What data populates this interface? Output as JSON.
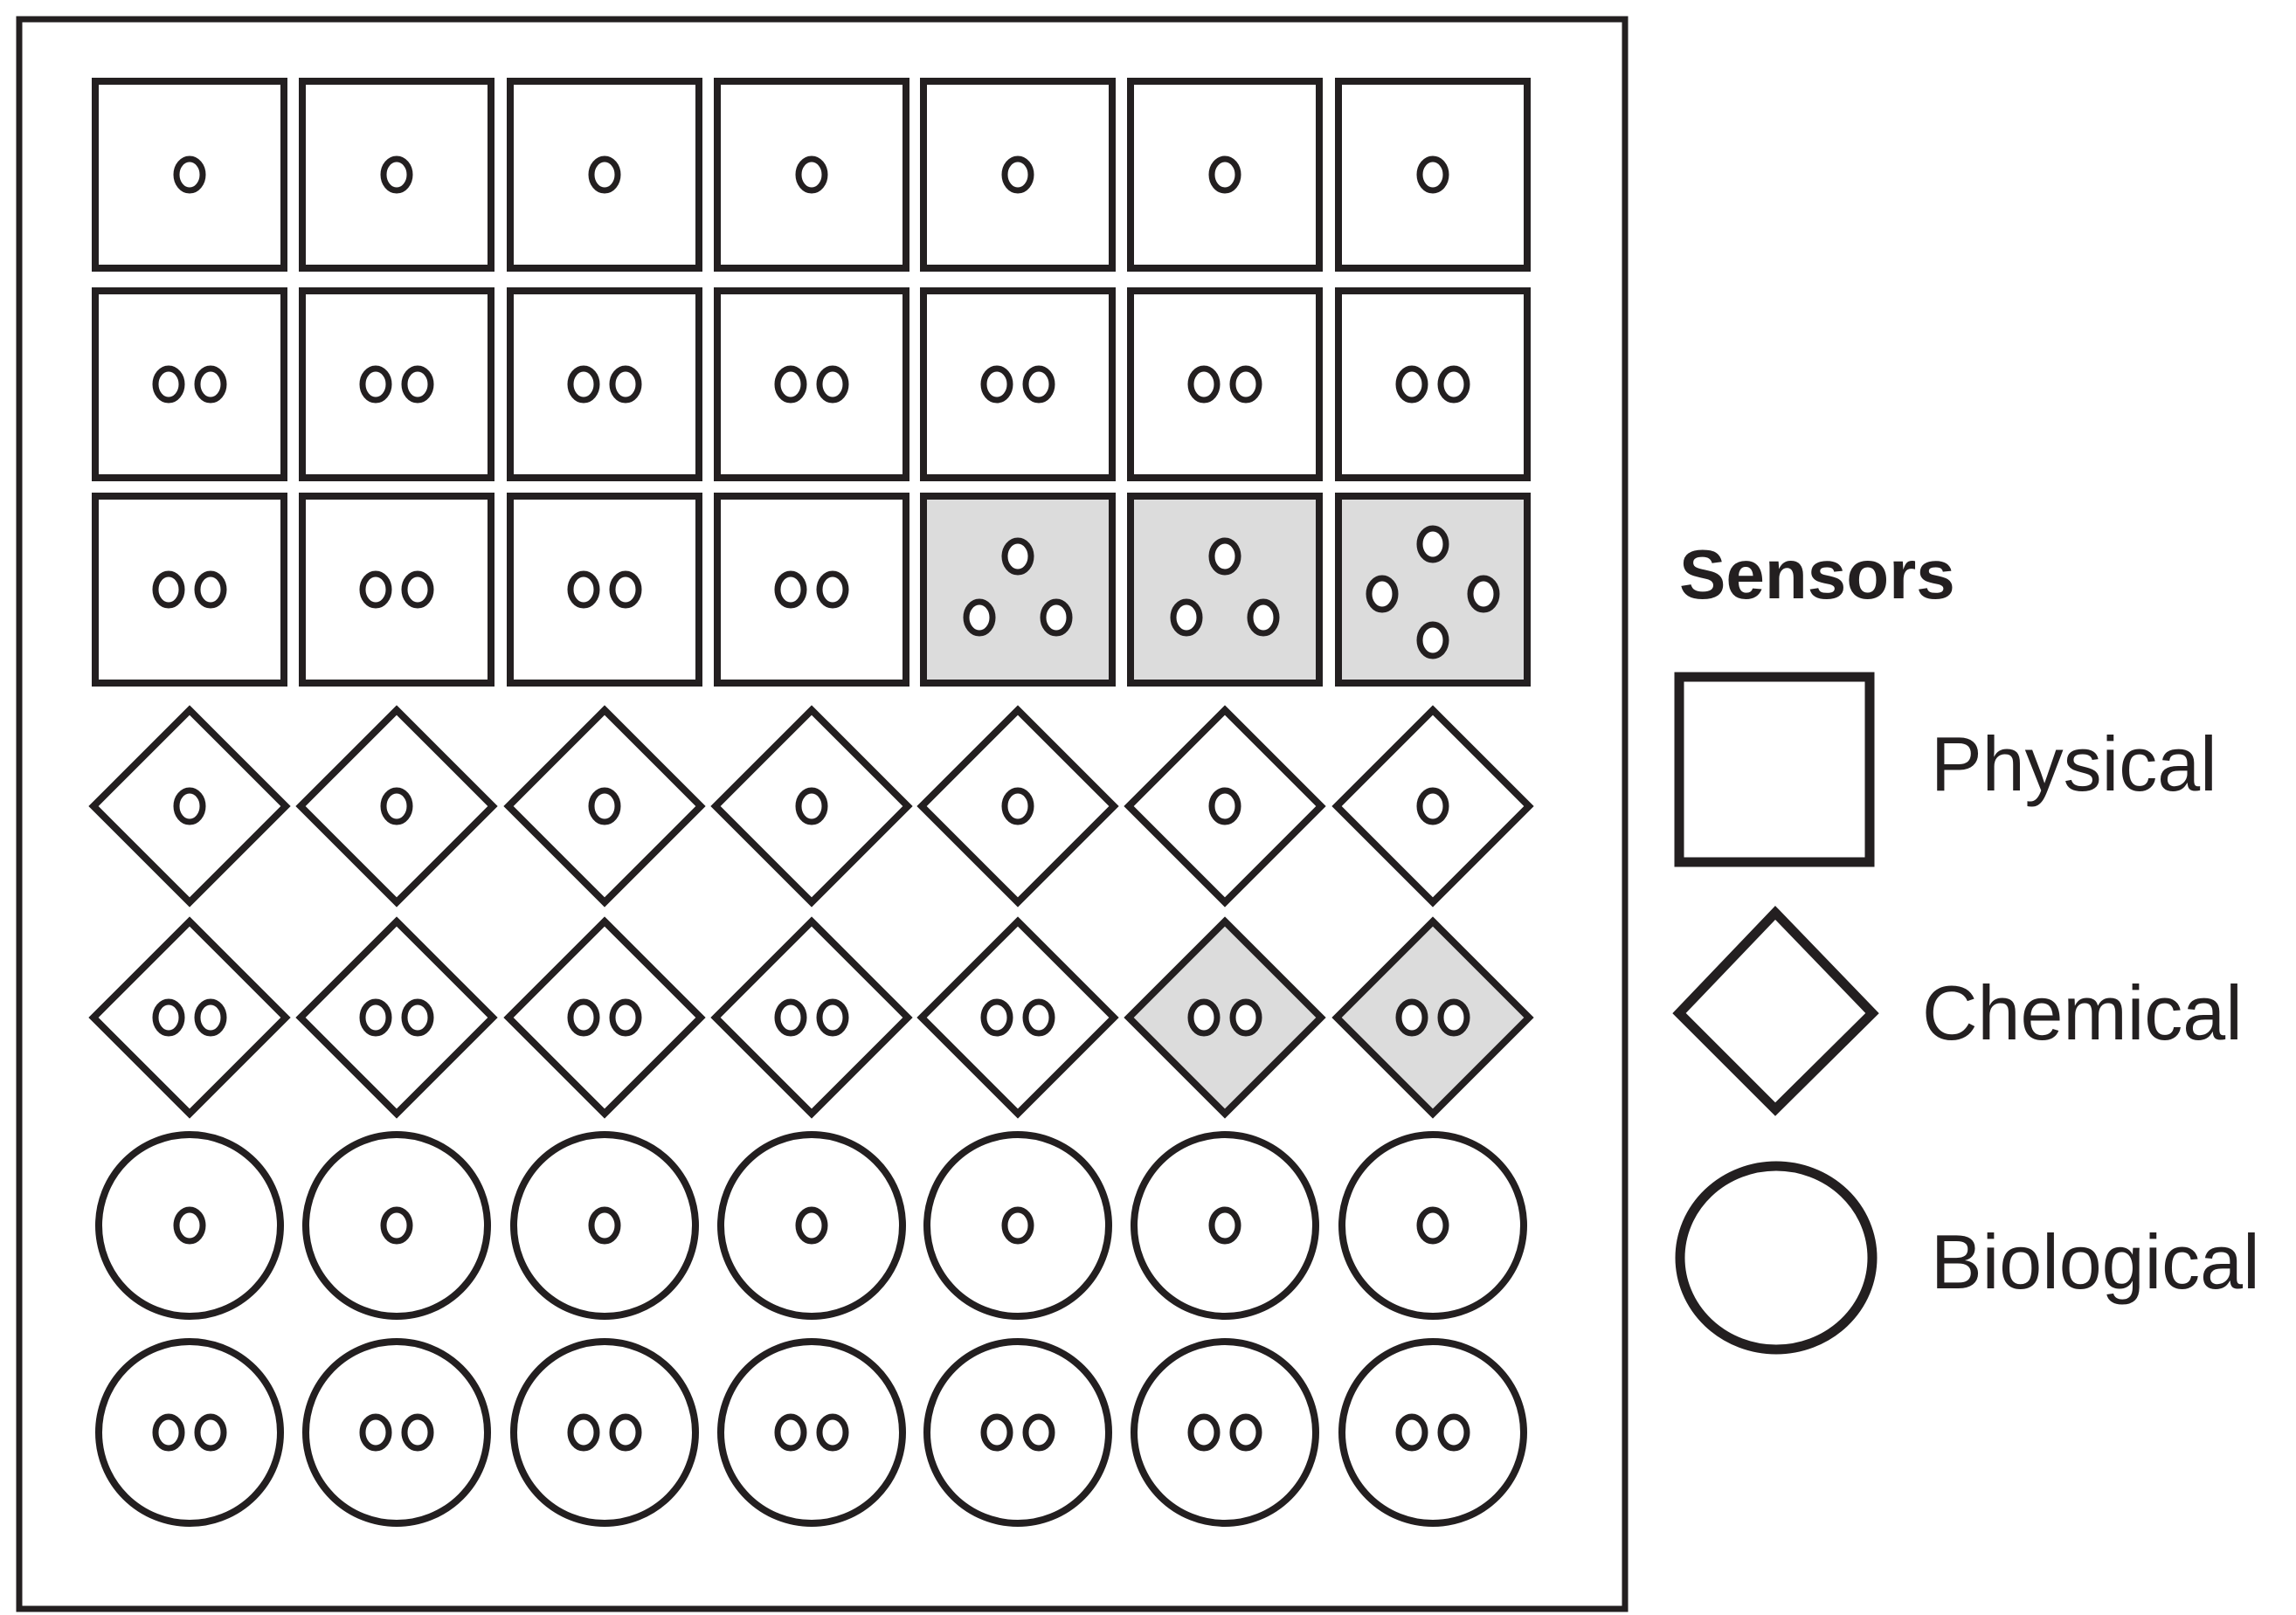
{
  "legend": {
    "title": "Sensors",
    "items": [
      {
        "shape": "square",
        "label": "Physical"
      },
      {
        "shape": "diamond",
        "label": "Chemical"
      },
      {
        "shape": "circle",
        "label": "Biological"
      }
    ]
  },
  "colors": {
    "stroke": "#231f20",
    "background": "#ffffff",
    "highlight_fill": "#dcdcdc"
  },
  "grid": {
    "columns": 7,
    "rows": [
      {
        "shape": "square",
        "dots": [
          1,
          1,
          1,
          1,
          1,
          1,
          1
        ],
        "shaded": [
          false,
          false,
          false,
          false,
          false,
          false,
          false
        ]
      },
      {
        "shape": "square",
        "dots": [
          2,
          2,
          2,
          2,
          2,
          2,
          2
        ],
        "shaded": [
          false,
          false,
          false,
          false,
          false,
          false,
          false
        ]
      },
      {
        "shape": "square",
        "dots": [
          2,
          2,
          2,
          2,
          3,
          3,
          4
        ],
        "shaded": [
          false,
          false,
          false,
          false,
          true,
          true,
          true
        ]
      },
      {
        "shape": "diamond",
        "dots": [
          1,
          1,
          1,
          1,
          1,
          1,
          1
        ],
        "shaded": [
          false,
          false,
          false,
          false,
          false,
          false,
          false
        ]
      },
      {
        "shape": "diamond",
        "dots": [
          2,
          2,
          2,
          2,
          2,
          2,
          2
        ],
        "shaded": [
          false,
          false,
          false,
          false,
          false,
          true,
          true
        ]
      },
      {
        "shape": "circle",
        "dots": [
          1,
          1,
          1,
          1,
          1,
          1,
          1
        ],
        "shaded": [
          false,
          false,
          false,
          false,
          false,
          false,
          false
        ]
      },
      {
        "shape": "circle",
        "dots": [
          2,
          2,
          2,
          2,
          2,
          2,
          2
        ],
        "shaded": [
          false,
          false,
          false,
          false,
          false,
          false,
          false
        ]
      }
    ]
  }
}
